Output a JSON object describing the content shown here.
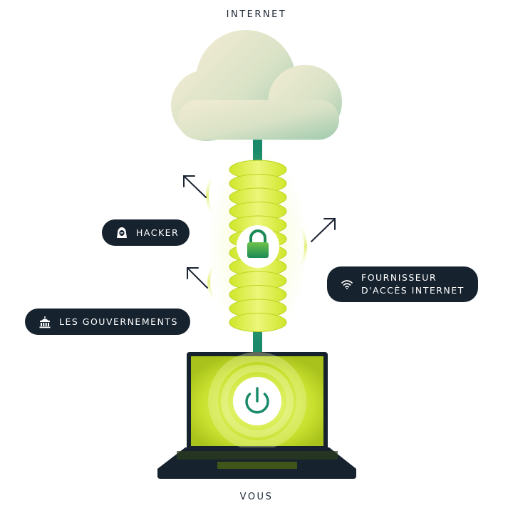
{
  "labels": {
    "top": "INTERNET",
    "bottom": "VOUS"
  },
  "threats": {
    "hacker": {
      "label": "HACKER",
      "icon": "hacker-icon"
    },
    "governments": {
      "label": "LES GOUVERNEMENTS",
      "icon": "government-building-icon"
    },
    "isp": {
      "label_line1": "FOURNISSEUR",
      "label_line2": "D'ACCÈS INTERNET",
      "icon": "wifi-icon"
    }
  },
  "tunnel": {
    "center_icon": "padlock-icon"
  },
  "device": {
    "screen_icon": "power-icon",
    "type": "laptop"
  },
  "colors": {
    "dark": "#16222e",
    "accent_green": "#1a8a6a",
    "lime": "#c9e03a",
    "cloud_light": "#ece8cf",
    "cloud_dark": "#a9cfb4"
  }
}
